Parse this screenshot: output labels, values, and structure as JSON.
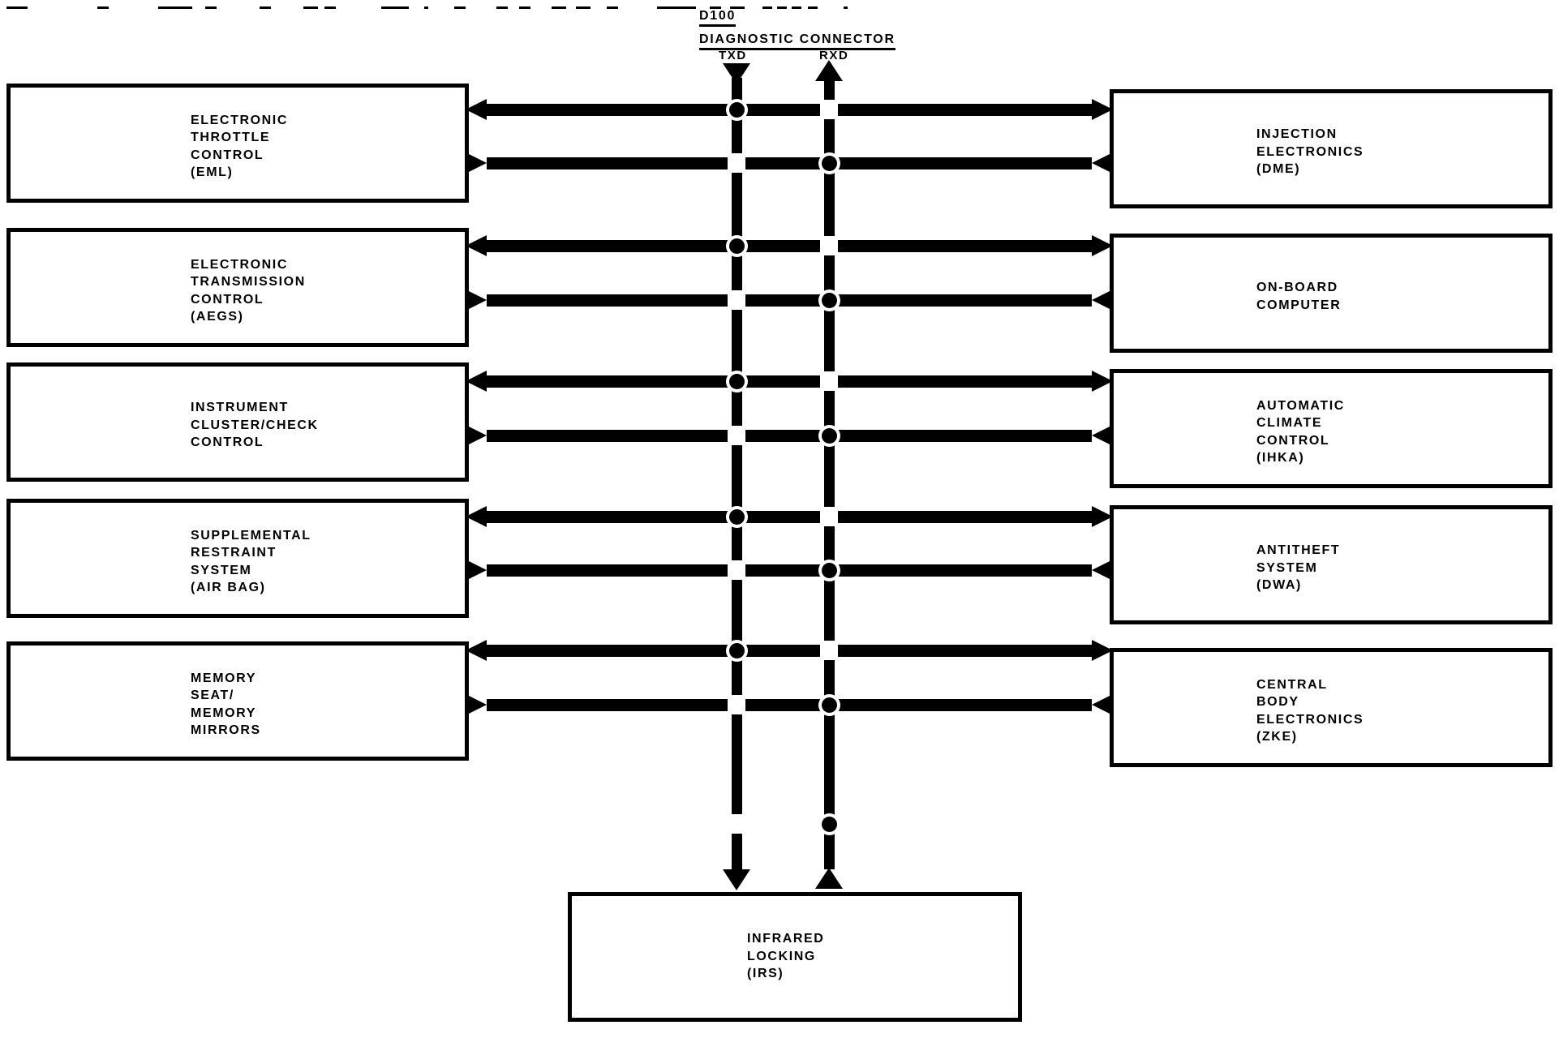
{
  "diagram": {
    "title": "D100 DIAGNOSTIC CONNECTOR",
    "connector": {
      "id_label": "D100",
      "name_label": "DIAGNOSTIC CONNECTOR",
      "pins": [
        {
          "name": "TXD",
          "direction": "down"
        },
        {
          "name": "RXD",
          "direction": "up"
        }
      ]
    },
    "left_modules": [
      {
        "lines": [
          "ELECTRONIC",
          "THROTTLE",
          "CONTROL",
          "(EML)"
        ]
      },
      {
        "lines": [
          "ELECTRONIC",
          "TRANSMISSION",
          "CONTROL",
          "(AEGS)"
        ]
      },
      {
        "lines": [
          "INSTRUMENT",
          "CLUSTER/CHECK",
          "CONTROL"
        ]
      },
      {
        "lines": [
          "SUPPLEMENTAL",
          "RESTRAINT",
          "SYSTEM",
          "(AIR BAG)"
        ]
      },
      {
        "lines": [
          "MEMORY",
          "SEAT/",
          "MEMORY",
          "MIRRORS"
        ]
      }
    ],
    "right_modules": [
      {
        "lines": [
          "INJECTION",
          "ELECTRONICS",
          "(DME)"
        ]
      },
      {
        "lines": [
          "ON-BOARD",
          "COMPUTER"
        ]
      },
      {
        "lines": [
          "AUTOMATIC",
          "CLIMATE",
          "CONTROL",
          "(IHKA)"
        ]
      },
      {
        "lines": [
          "ANTITHEFT",
          "SYSTEM",
          "(DWA)"
        ]
      },
      {
        "lines": [
          "CENTRAL",
          "BODY",
          "ELECTRONICS",
          "(ZKE)"
        ]
      }
    ],
    "bottom_module": {
      "lines": [
        "INFRARED",
        "LOCKING",
        "(IRS)"
      ]
    },
    "colors": {
      "ink": "#000000",
      "paper": "#ffffff"
    }
  }
}
